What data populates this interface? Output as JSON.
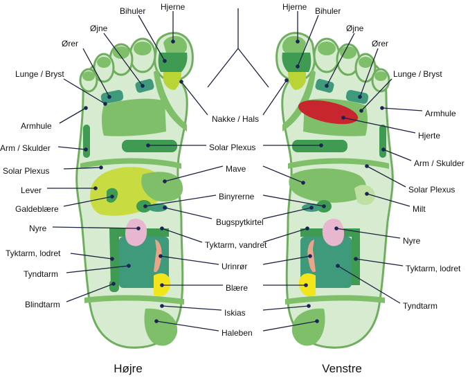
{
  "colors": {
    "skin": "#d6ebd0",
    "outline": "#6fae5f",
    "mid_green": "#7fbf6a",
    "dark_green": "#3f9a52",
    "teal": "#3e9a7a",
    "lime": "#b9d535",
    "liver_lime": "#c8dc42",
    "pink": "#e8b6cf",
    "salmon": "#e9a48c",
    "yellow": "#f2e51c",
    "heart_red": "#c8262e",
    "pale_green": "#bfe0a3",
    "leader": "#1b2140"
  },
  "captions": {
    "right_foot": "Højre",
    "left_foot": "Venstre"
  },
  "labels": {
    "hjerne_r": "Hjerne",
    "bihuler_r": "Bihuler",
    "ojne_r": "Øjne",
    "orer_r": "Ører",
    "lunge_r": "Lunge / Bryst",
    "armhule_r": "Armhule",
    "arm_r": "Arm / Skulder",
    "solar_r": "Solar Plexus",
    "lever": "Lever",
    "galde": "Galdeblære",
    "nyre_r": "Nyre",
    "tyktarm_lodret_r": "Tyktarm, lodret",
    "tyndtarm_r": "Tyndtarm",
    "blindtarm": "Blindtarm",
    "nakke": "Nakke / Hals",
    "solar_c": "Solar Plexus",
    "mave": "Mave",
    "binyrerne": "Binyrerne",
    "bugspyt": "Bugspytkirtel",
    "tyktarm_vandret": "Tyktarm, vandret",
    "urinror": "Urinrør",
    "blaere": "Blære",
    "iskias": "Iskias",
    "haleben": "Haleben",
    "hjerne_l": "Hjerne",
    "bihuler_l": "Bihuler",
    "ojne_l": "Øjne",
    "orer_l": "Ører",
    "lunge_l": "Lunge / Bryst",
    "armhule_l": "Armhule",
    "hjerte": "Hjerte",
    "arm_l": "Arm / Skulder",
    "solar_l": "Solar Plexus",
    "milt": "Milt",
    "nyre_l": "Nyre",
    "tyktarm_lodret_l": "Tyktarm, lodret",
    "tyndtarm_l": "Tyndtarm"
  }
}
